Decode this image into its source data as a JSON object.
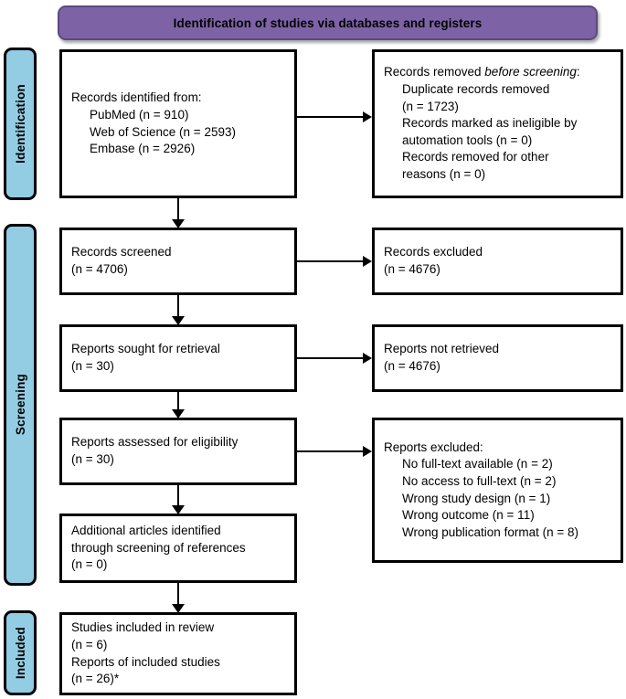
{
  "header": {
    "title": "Identification of studies via databases and registers",
    "background_color": "#7d63a6"
  },
  "stages": {
    "identification": "Identification",
    "screening": "Screening",
    "included": "Included",
    "background_color": "#92cde4"
  },
  "boxes": {
    "identified": {
      "lines": [
        "Records identified from:",
        "PubMed (n = 910)",
        "Web of Science (n = 2593)",
        "Embase (n = 2926)"
      ]
    },
    "removed": {
      "lead": "Records removed ",
      "lead_italic": "before screening",
      "lead_tail": ":",
      "lines": [
        "Duplicate records removed",
        "(n = 1723)",
        "Records marked as ineligible by",
        "automation tools (n = 0)",
        "Records removed for other",
        "reasons (n = 0)"
      ]
    },
    "screened": {
      "lines": [
        "Records screened",
        "(n = 4706)"
      ]
    },
    "excluded_records": {
      "lines": [
        "Records excluded",
        "(n = 4676)"
      ]
    },
    "sought": {
      "lines": [
        "Reports sought for retrieval",
        "(n = 30)"
      ]
    },
    "not_retrieved": {
      "lines": [
        "Reports not retrieved",
        "(n = 4676)"
      ]
    },
    "assessed": {
      "lines": [
        "Reports assessed for eligibility",
        "(n = 30)"
      ]
    },
    "excluded_reports": {
      "heading": "Reports excluded:",
      "reasons": [
        "No full-text available (n = 2)",
        "No access to full-text (n = 2)",
        "Wrong study design (n = 1)",
        "Wrong outcome (n = 11)",
        "Wrong publication format (n = 8)"
      ]
    },
    "additional": {
      "lines": [
        "Additional articles identified",
        "through screening of references",
        "(n = 0)"
      ]
    },
    "included": {
      "lines": [
        "Studies included in review",
        "(n = 6)",
        "Reports of included studies",
        "(n = 26)*"
      ]
    }
  }
}
